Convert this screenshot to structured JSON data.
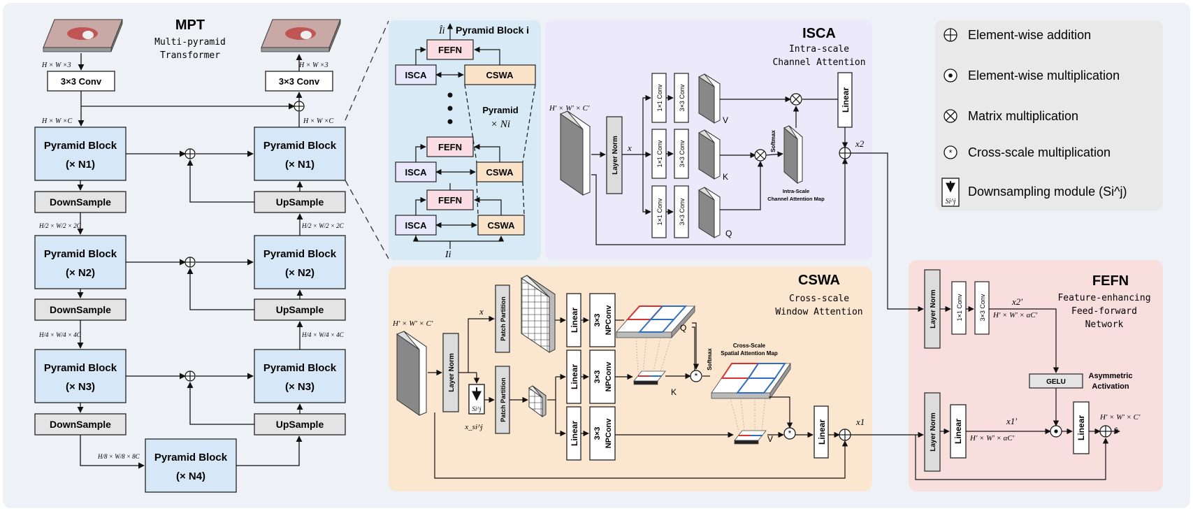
{
  "mpt": {
    "title": "MPT",
    "subtitle_line1": "Multi-pyramid",
    "subtitle_line2": "Transformer",
    "dims": {
      "input": "H × W ×3",
      "output": "H × W ×3",
      "left_c": "H × W ×C",
      "right_c": "H × W ×C",
      "left_2c": "H/2 × W/2 × 2C",
      "right_2c": "H/2 × W/2 × 2C",
      "left_4c": "H/4 × W/4 × 4C",
      "right_4c": "H/4 × W/4 × 4C",
      "bottom_8c": "H/8 × W/8 × 8C"
    },
    "conv_in": "3×3 Conv",
    "conv_out": "3×3 Conv",
    "pyramid_block": "Pyramid Block",
    "n1": "(× N1)",
    "n2": "(× N2)",
    "n3": "(× N3)",
    "n4": "(× N4)",
    "downsample": "DownSample",
    "upsample": "UpSample"
  },
  "pyramid_detail": {
    "output_label": "Îi",
    "title": "Pyramid Block i",
    "input_label": "Ii",
    "fefn": "FEFN",
    "isca": "ISCA",
    "cswa": "CSWA",
    "pyramid_label": "Pyramid",
    "times_n": "× Ni"
  },
  "isca": {
    "title": "ISCA",
    "subtitle_line1": "Intra-scale",
    "subtitle_line2": "Channel Attention",
    "input_dim": "H' × W' × C'",
    "layer_norm": "Layer Norm",
    "x_label": "x",
    "conv1": "1×1 Conv",
    "conv3": "3×3 Conv",
    "v": "V",
    "k": "K",
    "q": "Q",
    "softmax": "Softmax",
    "map_line1": "Intra-Scale",
    "map_line2": "Channel Attention Map",
    "linear": "Linear",
    "x2": "x2"
  },
  "cswa": {
    "title": "CSWA",
    "subtitle_line1": "Cross-scale",
    "subtitle_line2": "Window Attention",
    "input_dim": "H' × W' × C'",
    "layer_norm": "Layer Norm",
    "patch_partition": "Patch Partition",
    "x_label": "x",
    "xs_label": "x_si^j",
    "s_label": "Si^j",
    "linear": "Linear",
    "npconv": "3×3 NPConv",
    "q": "Q",
    "k": "K",
    "v": "V",
    "softmax": "Softmax",
    "map_line1": "Cross-Scale",
    "map_line2": "Spatial Attention Map",
    "x1": "x1"
  },
  "fefn": {
    "title": "FEFN",
    "subtitle_line1": "Feature-enhancing",
    "subtitle_line2": "Feed-forward",
    "subtitle_line3": "Network",
    "layer_norm": "Layer Norm",
    "conv1": "1×1 Conv",
    "conv3": "3×3 Conv",
    "x2p": "x2'",
    "x2p_dim": "H' × W' × αC'",
    "x1p": "x1'",
    "x1p_dim": "H' × W' × αC'",
    "gelu": "GELU",
    "asym_line1": "Asymmetric",
    "asym_line2": "Activation",
    "linear": "Linear",
    "out_dim": "H' × W' × C'",
    "out_label": "x̂"
  },
  "legend": {
    "add": "Element-wise addition",
    "mul": "Element-wise multiplication",
    "matmul": "Matrix multiplication",
    "cross": "Cross-scale multiplication",
    "down": "Downsampling module (Si^j)",
    "down_sym": "Si^j"
  },
  "colors": {
    "panel_bg": "#eef1f5",
    "block_blue": "#d6e8f7",
    "detail_blue": "#d9eaf7",
    "isca_bg": "#ece9fa",
    "cswa_bg": "#fbe6cf",
    "fefn_bg": "#f9dede",
    "fefn_box": "#fbdde3",
    "cswa_box": "#fbe3c9",
    "isca_box": "#e9e7fb",
    "gray_box": "#e4e4e4",
    "legend_bg": "#e9e9e9",
    "red": "#d93030",
    "blue": "#2f6fc0"
  }
}
